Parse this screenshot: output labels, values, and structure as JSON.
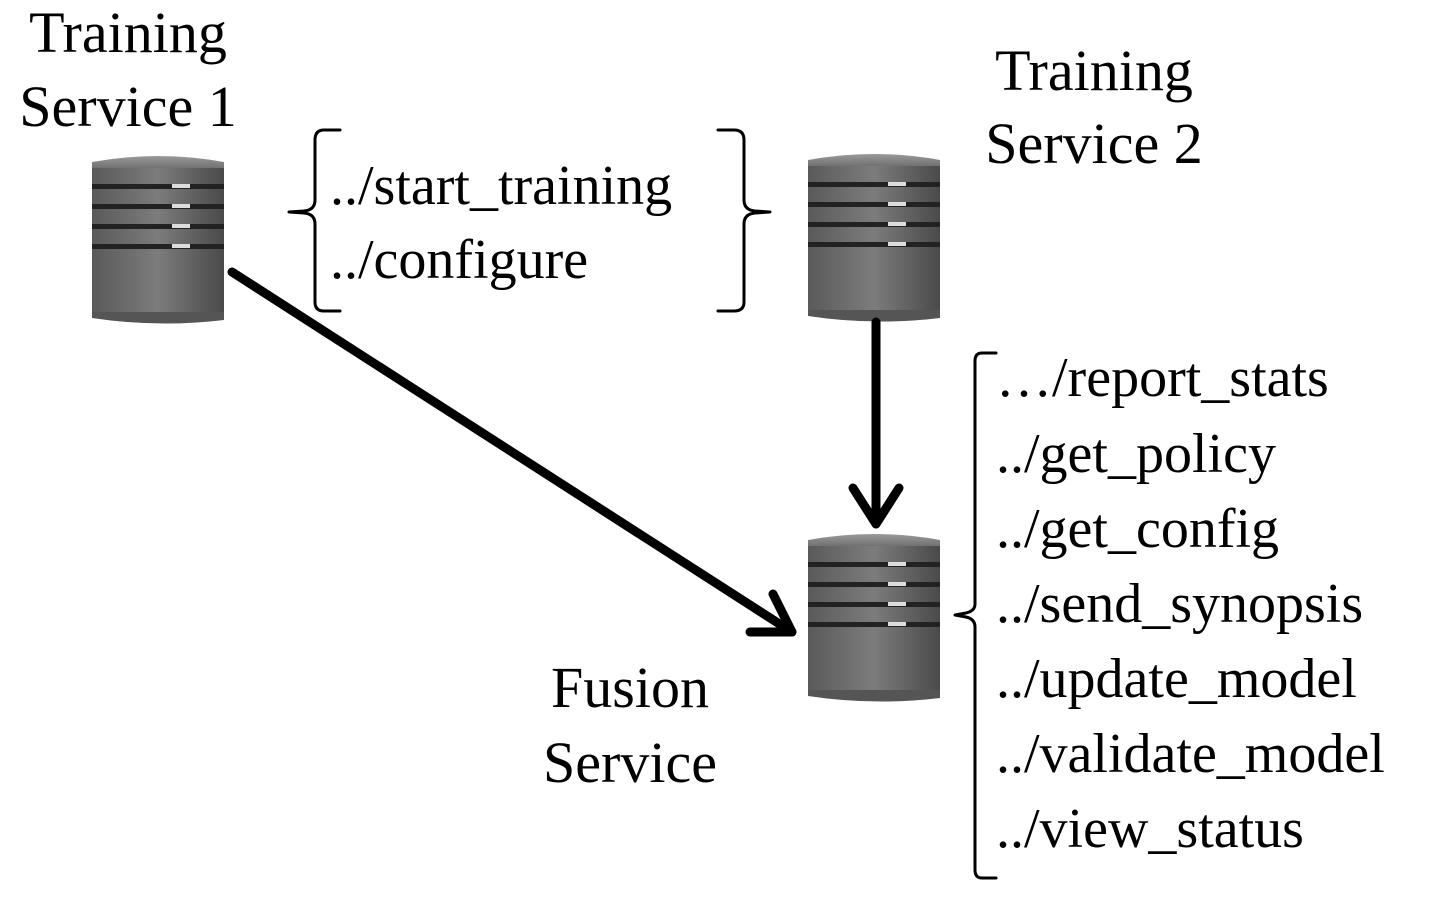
{
  "services": {
    "training_service_1": {
      "line1": "Training",
      "line2": "Service 1"
    },
    "training_service_2": {
      "line1": "Training",
      "line2": "Service 2"
    },
    "fusion_service": {
      "line1": "Fusion",
      "line2": "Service"
    }
  },
  "training_endpoints": [
    "../start_training",
    "../configure"
  ],
  "fusion_endpoints": [
    "…/report_stats",
    "../get_policy",
    "../get_config",
    "../send_synopsis",
    "../update_model",
    "../validate_model",
    "../view_status"
  ],
  "icons": {
    "server": "server-icon",
    "arrow": "arrow-icon"
  },
  "colors": {
    "server_body": "#6e6e6e",
    "server_top": "#8f8f8f",
    "server_slot": "#2a2a2a",
    "server_led": "#d8d8d8",
    "line": "#000000"
  }
}
